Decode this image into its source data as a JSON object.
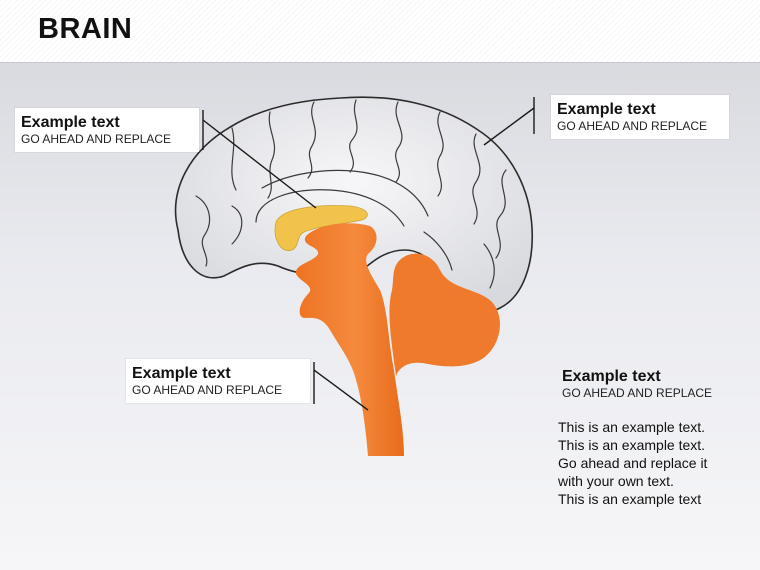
{
  "title": "BRAIN",
  "callouts": [
    {
      "heading": "Example text",
      "subtext": "GO AHEAD AND REPLACE"
    },
    {
      "heading": "Example text",
      "subtext": "GO AHEAD AND REPLACE"
    },
    {
      "heading": "Example text",
      "subtext": "GO AHEAD AND REPLACE"
    },
    {
      "heading": "Example text",
      "subtext": "GO AHEAD AND REPLACE"
    }
  ],
  "paragraph": [
    "This is an example text.",
    "This is an example text.",
    "Go ahead and replace it",
    "with your own text.",
    "This is an example text"
  ],
  "colors": {
    "cerebrum_fill": "#e9eaee",
    "cerebrum_outline": "#2b2b2b",
    "brainstem_orange": "#f07a2a",
    "corpus_callosum_yellow": "#f1c34a",
    "leader_line": "#1a1a1a"
  }
}
